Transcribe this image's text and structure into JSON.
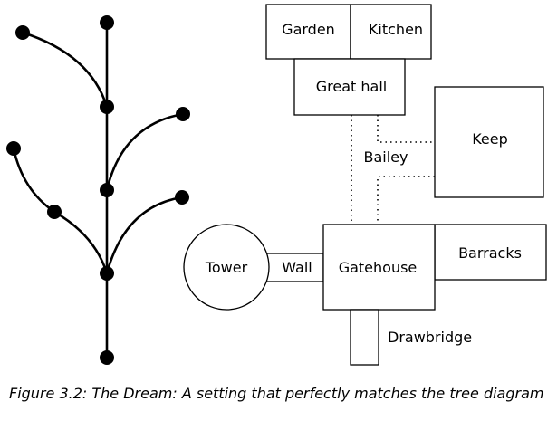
{
  "rooms": {
    "garden": "Garden",
    "kitchen": "Kitchen",
    "great_hall": "Great hall",
    "keep": "Keep",
    "bailey": "Bailey",
    "barracks": "Barracks",
    "tower": "Tower",
    "wall": "Wall",
    "gatehouse": "Gatehouse",
    "drawbridge": "Drawbridge"
  },
  "caption": "Figure 3.2: The Dream: A setting that perfectly matches the tree diagram"
}
